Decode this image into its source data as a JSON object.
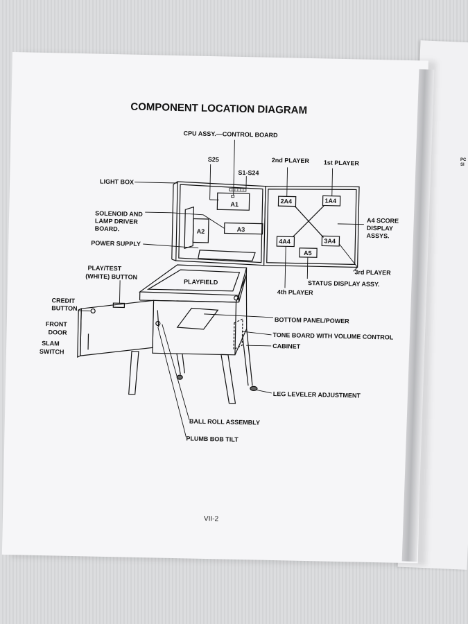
{
  "document": {
    "title": "COMPONENT LOCATION DIAGRAM",
    "page_number": "VII-2",
    "right_page_fragment": [
      "PC",
      "SI"
    ]
  },
  "labels": {
    "cpu_assy": "CPU ASSY.—CONTROL BOARD",
    "s25": "S25",
    "s1_s24": "S1-S24",
    "second_player": "2nd PLAYER",
    "first_player": "1st PLAYER",
    "light_box": "LIGHT BOX",
    "solenoid_1": "SOLENOID AND",
    "solenoid_2": "LAMP DRIVER",
    "solenoid_3": "BOARD.",
    "a4_score_1": "A4 SCORE",
    "a4_score_2": "DISPLAY",
    "a4_score_3": "ASSYS.",
    "power_supply": "POWER SUPPLY",
    "play_test_1": "PLAY/TEST",
    "play_test_2": "(WHITE) BUTTON",
    "third_player": "3rd PLAYER",
    "status_display": "STATUS DISPLAY ASSY.",
    "playfield": "PLAYFIELD",
    "fourth_player": "4th PLAYER",
    "credit_1": "CREDIT",
    "credit_2": "BUTTON",
    "bottom_panel": "BOTTOM PANEL/POWER",
    "front_1": "FRONT",
    "front_2": "DOOR",
    "tone_board": "TONE BOARD WITH VOLUME CONTROL",
    "cabinet": "CABINET",
    "slam_1": "SLAM",
    "slam_2": "SWITCH",
    "leg_leveler": "LEG LEVELER ADJUSTMENT",
    "ball_roll": "BALL ROLL ASSEMBLY",
    "plumb_bob": "PLUMB BOB TILT"
  },
  "boxes": {
    "a1": "A1",
    "a2": "A2",
    "a3": "A3",
    "a5": "A5",
    "b1a4": "1A4",
    "b2a4": "2A4",
    "b3a4": "3A4",
    "b4a4": "4A4"
  }
}
